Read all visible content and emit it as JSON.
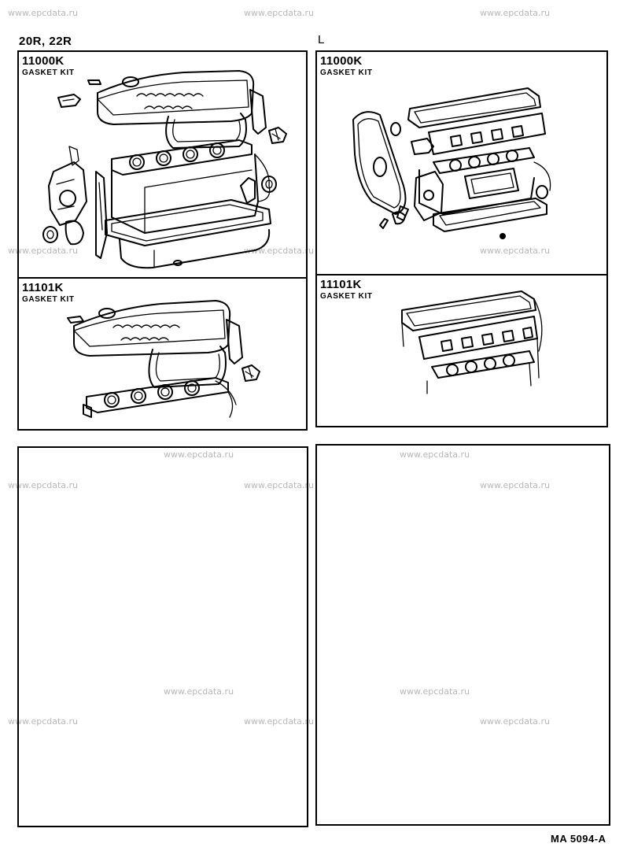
{
  "header": {
    "engine": "20R, 22R",
    "right_label": "L"
  },
  "panels": [
    {
      "part_number": "11000K",
      "label": "GASKET KIT"
    },
    {
      "part_number": "11101K",
      "label": "GASKET KIT"
    },
    {
      "part_number": "11000K",
      "label": "GASKET KIT"
    },
    {
      "part_number": "11101K",
      "label": "GASKET KIT"
    }
  ],
  "watermark": "www.epcdata.ru",
  "footer": {
    "code": "MA  5094-A"
  }
}
